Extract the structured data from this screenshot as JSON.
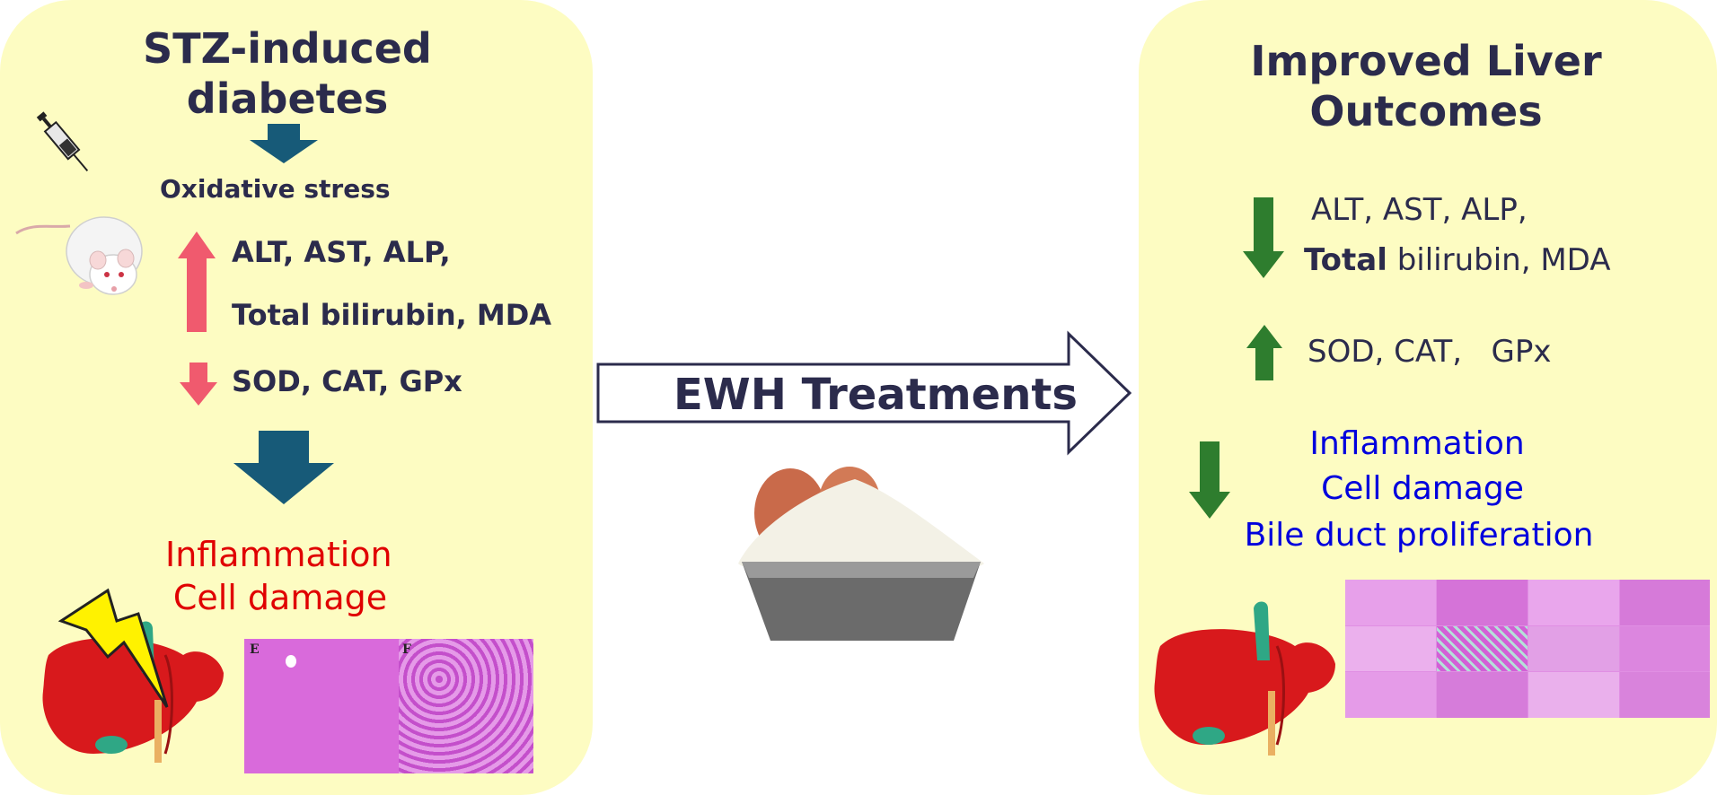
{
  "left": {
    "title_line1": "STZ-induced",
    "title_line2": "diabetes",
    "oxidative_stress": "Oxidative stress",
    "enzymes_line1": "ALT, AST, ALP,",
    "enzymes_line2": "Total bilirubin, MDA",
    "antioxidants": "SOD, CAT, GPx",
    "outcome_line1": "Inflammation",
    "outcome_line2": "Cell damage",
    "micro_labels": [
      "E",
      "F"
    ]
  },
  "center": {
    "treatment_label": "EWH Treatments"
  },
  "right": {
    "title_line1": "Improved Liver",
    "title_line2": "Outcomes",
    "enzymes_line1": "ALT, AST, ALP,",
    "enzymes_line2_bold": "Total",
    "enzymes_line2_rest": " bilirubin, MDA",
    "antioxidants": "SOD, CAT,   GPx",
    "outcome_line1": "Inflammation",
    "outcome_line2": "Cell damage",
    "outcome_line3": "Bile duct proliferation"
  },
  "colors": {
    "panel": "#fdfcc2",
    "title": "#2b2b4c",
    "up_arrow_left": "#f05a6e",
    "flow_arrow": "#175a78",
    "green_arrow": "#2e7d2e",
    "red_text": "#e00000",
    "blue_text": "#0000dd"
  },
  "icons": [
    "syringe-icon",
    "rat-icon",
    "lightning-icon",
    "liver-icon",
    "egg-powder-icon"
  ]
}
